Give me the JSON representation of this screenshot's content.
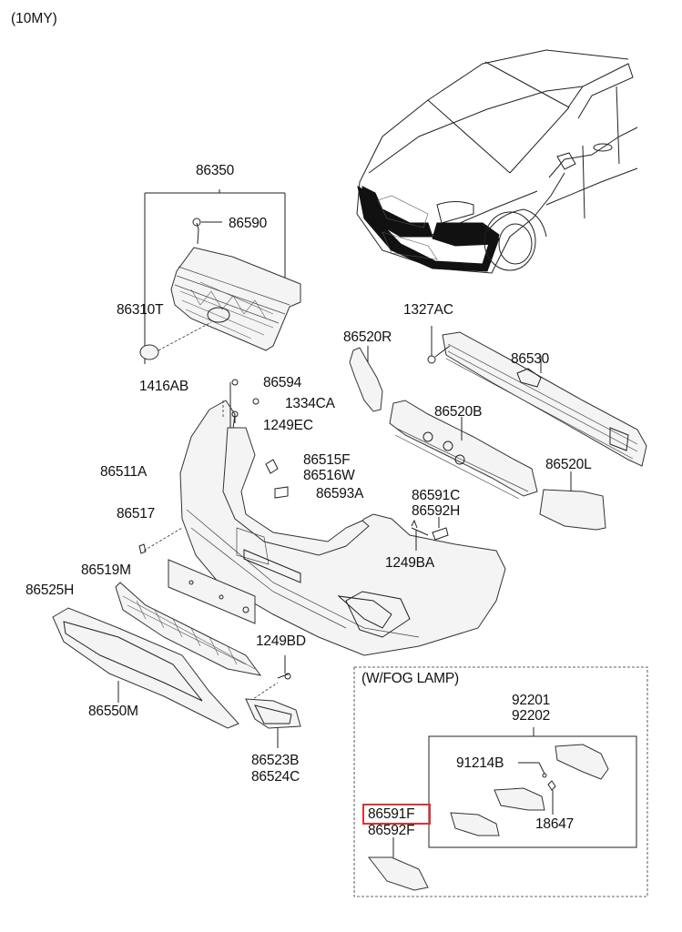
{
  "diagram": {
    "model_year": "(10MY)",
    "inset_title": "(W/FOG LAMP)",
    "highlighted_part": "86591F",
    "highlight_color": "#e03030",
    "labels": {
      "p86350": "86350",
      "p86590": "86590",
      "p86310T": "86310T",
      "p1327AC": "1327AC",
      "p86520R": "86520R",
      "p86530": "86530",
      "p1416AB": "1416AB",
      "p86594": "86594",
      "p1334CA": "1334CA",
      "p1249EC": "1249EC",
      "p86520B": "86520B",
      "p86515F": "86515F",
      "p86516W": "86516W",
      "p86511A": "86511A",
      "p86593A": "86593A",
      "p86520L": "86520L",
      "p86591C": "86591C",
      "p86592H": "86592H",
      "p86517": "86517",
      "p1249BA": "1249BA",
      "p86519M": "86519M",
      "p86525H": "86525H",
      "p1249BD": "1249BD",
      "p86550M": "86550M",
      "p86523B": "86523B",
      "p86524C": "86524C",
      "p92201": "92201",
      "p92202": "92202",
      "p91214B": "91214B",
      "p86591F": "86591F",
      "p86592F": "86592F",
      "p18647": "18647"
    }
  }
}
